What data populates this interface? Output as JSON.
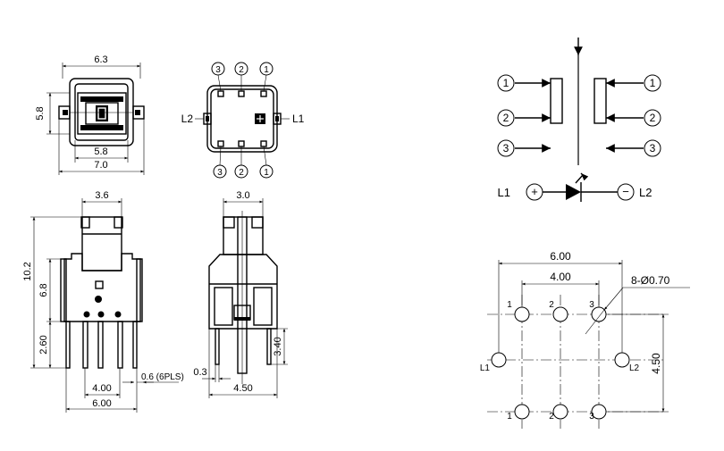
{
  "top_view": {
    "dim_width_top": "6.3",
    "dim_height_left": "5.8",
    "dim_inner_bottom": "5.8",
    "dim_width_bottom": "7.0"
  },
  "pin_view": {
    "top_labels": [
      "3",
      "2",
      "1"
    ],
    "bottom_labels": [
      "3",
      "2",
      "1"
    ],
    "left_label": "L2",
    "right_label": "L1"
  },
  "front_view": {
    "dim_cap_width": "3.6",
    "dim_height_total": "10.2",
    "dim_height_body": "6.8",
    "dim_pin_length": "2.60",
    "dim_pin_pitch": "4.00",
    "dim_overall_width": "6.00",
    "dim_pin_note": "0.6 (6PLS)"
  },
  "side_view": {
    "dim_top_width": "3.0",
    "dim_pin_thickness": "0.3",
    "dim_pin_length": "3.40",
    "dim_width": "4.50"
  },
  "schematic": {
    "left_terminals": [
      "1",
      "2",
      "3"
    ],
    "right_terminals": [
      "1",
      "2",
      "3"
    ],
    "led_left_label": "L1",
    "led_right_label": "L2",
    "led_plus": "+",
    "led_minus": "−"
  },
  "pcb_layout": {
    "dim_width_outer": "6.00",
    "dim_width_inner": "4.00",
    "hole_note": "8-Ø0.70",
    "dim_height": "4.50",
    "top_hole_labels": [
      "1",
      "2",
      "3"
    ],
    "bottom_hole_labels": [
      "1",
      "2",
      "3"
    ],
    "left_label": "L1",
    "right_label": "L2"
  }
}
